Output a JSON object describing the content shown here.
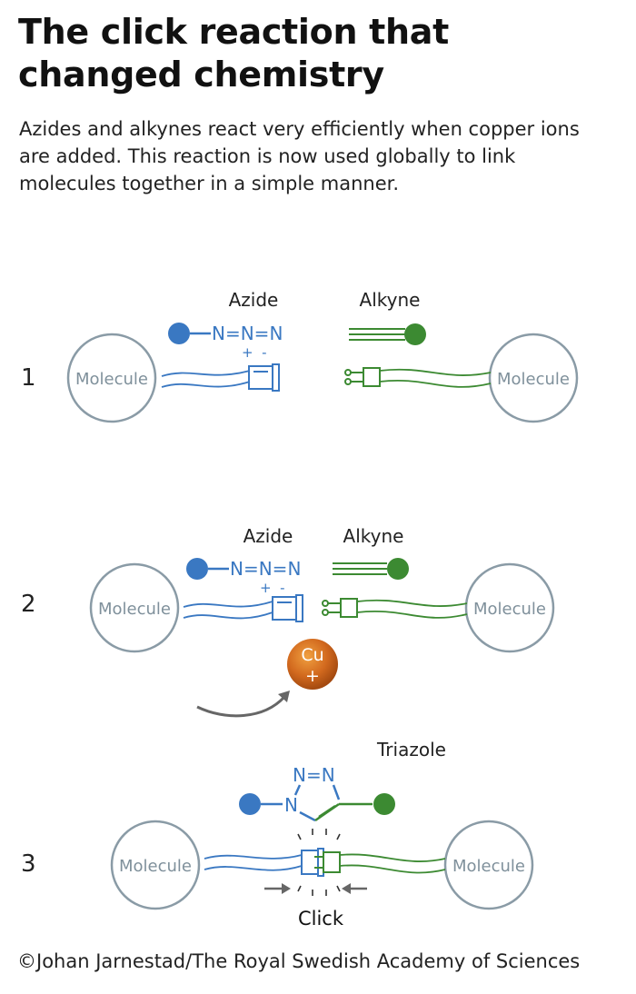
{
  "title": {
    "line1": "The click reaction that",
    "line2": "changed chemistry"
  },
  "subtitle": {
    "line1": "Azides and alkynes react very efficiently when copper ions",
    "line2": "are added. This reaction is now used globally to link",
    "line3": "molecules together in a simple manner."
  },
  "steps": [
    {
      "number": "1",
      "azide_label": "Azide",
      "alkyne_label": "Alkyne",
      "azide_formula": "N=N=N",
      "charges": "+  -",
      "molecule_left": "Molecule",
      "molecule_right": "Molecule"
    },
    {
      "number": "2",
      "azide_label": "Azide",
      "alkyne_label": "Alkyne",
      "azide_formula": "N=N=N",
      "charges": "+  -",
      "molecule_left": "Molecule",
      "molecule_right": "Molecule",
      "catalyst": {
        "element": "Cu",
        "charge": "+"
      }
    },
    {
      "number": "3",
      "product_label": "Triazole",
      "ring_top": "N=N",
      "ring_n": "N",
      "molecule_left": "Molecule",
      "molecule_right": "Molecule",
      "click_label": "Click"
    }
  ],
  "credit": "©Johan Jarnestad/The Royal Swedish Academy of Sciences",
  "colors": {
    "azide": "#3a78c2",
    "alkyne": "#3c8a32",
    "molecule": "#8a9ba6",
    "copper": "#d2691e",
    "arrow": "#666666"
  }
}
